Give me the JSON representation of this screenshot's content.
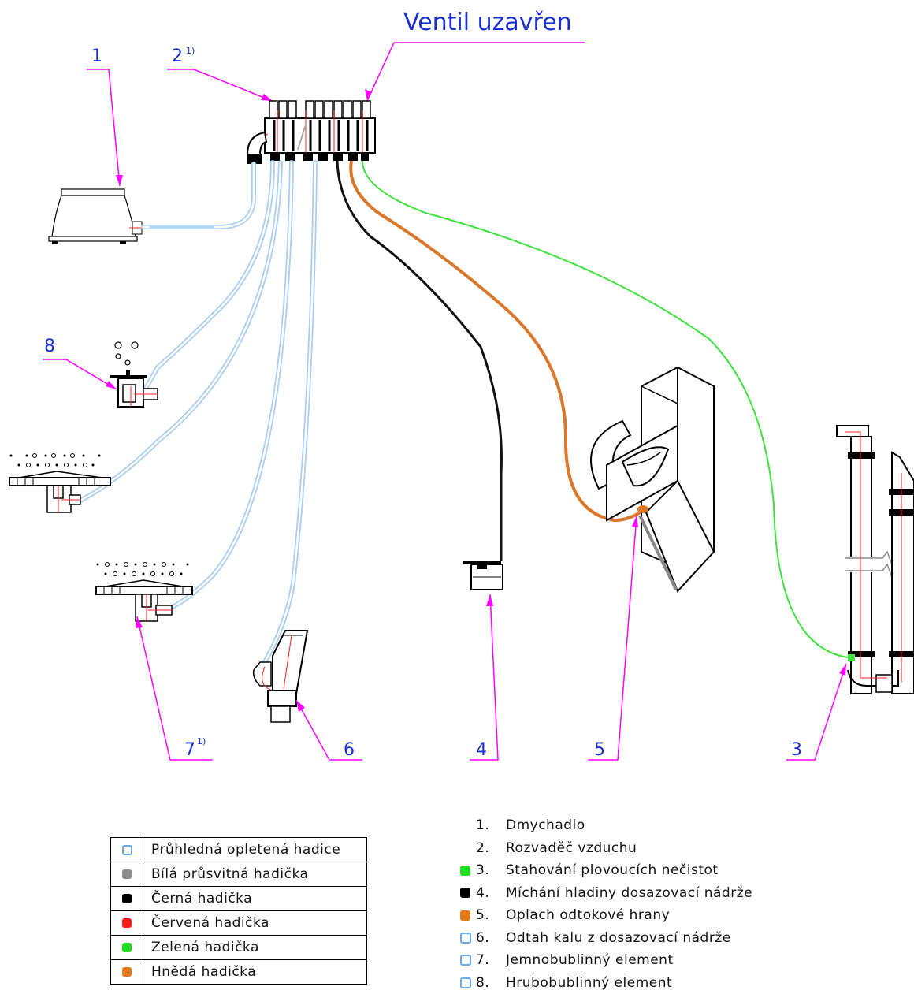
{
  "header": {
    "valve_label": "Ventil  uzavřen"
  },
  "callouts": [
    {
      "id": "1",
      "text": "1"
    },
    {
      "id": "2",
      "text": "2",
      "note": "1)"
    },
    {
      "id": "8",
      "text": "8"
    },
    {
      "id": "7",
      "text": "7",
      "note": "1)"
    },
    {
      "id": "6",
      "text": "6"
    },
    {
      "id": "4",
      "text": "4"
    },
    {
      "id": "5",
      "text": "5"
    },
    {
      "id": "3",
      "text": "3"
    }
  ],
  "legend": [
    {
      "swatch": "hollow",
      "color": "#6aa8e8",
      "label": "Průhledná  opletená  hadice"
    },
    {
      "swatch": "solid",
      "color": "#8a8a8a",
      "label": "Bílá  průsvitná  hadička"
    },
    {
      "swatch": "solid",
      "color": "#000000",
      "label": "Černá  hadička"
    },
    {
      "swatch": "solid",
      "color": "#ff1a1a",
      "label": "Červená  hadička"
    },
    {
      "swatch": "solid",
      "color": "#22dd22",
      "label": "Zelená  hadička"
    },
    {
      "swatch": "solid",
      "color": "#e07a1a",
      "label": "Hnědá  hadička"
    }
  ],
  "components": [
    {
      "num": "1.",
      "label": "Dmychadlo",
      "swatch": "none",
      "color": ""
    },
    {
      "num": "2.",
      "label": "Rozvaděč  vzduchu",
      "swatch": "none",
      "color": ""
    },
    {
      "num": "3.",
      "label": "Stahování  plovoucích  nečistot",
      "swatch": "solid",
      "color": "#22dd22"
    },
    {
      "num": "4.",
      "label": "Míchání  hladiny  dosazovací  nádrže",
      "swatch": "solid",
      "color": "#000000"
    },
    {
      "num": "5.",
      "label": "Oplach  odtokové  hrany",
      "swatch": "solid",
      "color": "#e07a1a"
    },
    {
      "num": "6.",
      "label": "Odtah  kalu  z  dosazovací  nádrže",
      "swatch": "hollow",
      "color": "#6aa8e8"
    },
    {
      "num": "7.",
      "label": "Jemnobublinný  element",
      "swatch": "hollow",
      "color": "#6aa8e8"
    },
    {
      "num": "8.",
      "label": "Hrubobublinný  element",
      "swatch": "hollow",
      "color": "#6aa8e8"
    }
  ],
  "colors": {
    "callout_line": "#ff00ff",
    "label_text": "#1a2fd6",
    "transparent_hose": "#a9cdf2",
    "black_hose": "#111111",
    "brown_hose": "#d9772a",
    "green_hose": "#3ee23e",
    "red_line": "#ff2020"
  }
}
